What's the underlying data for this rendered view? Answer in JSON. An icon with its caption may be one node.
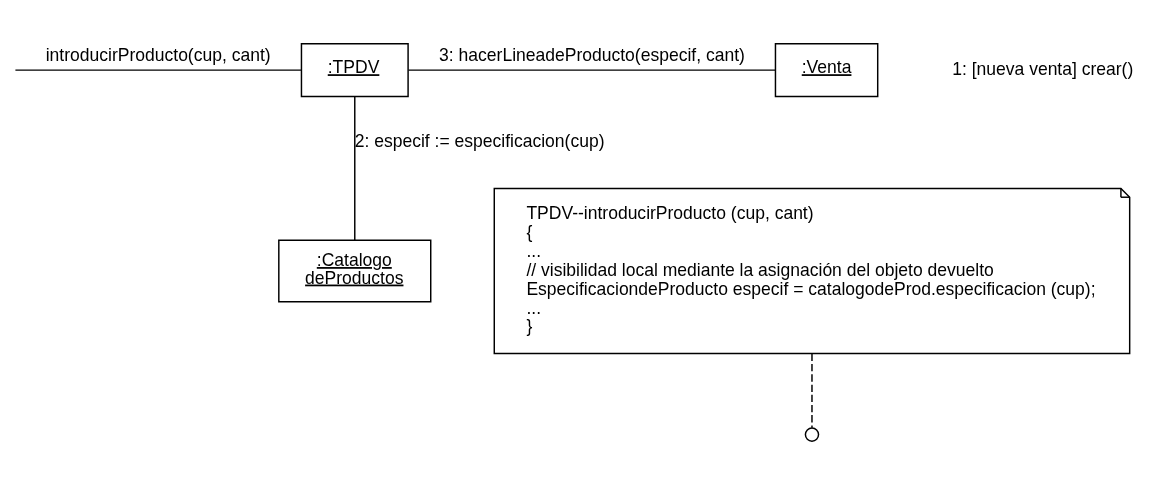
{
  "diagram": {
    "nodes": [
      {
        "text": [
          ":TPDV"
        ]
      },
      {
        "text": [
          ":Venta"
        ]
      },
      {
        "text": [
          ":Catalogo deProductos"
        ]
      },
      {
        "text": [
          "TPDV--introducirProducto (cup, cant)",
          "{",
          "...",
          "// visibilidad local mediante la asignación del objeto devuelto",
          "EspecificaciondeProducto especif = catalogodeProd.especificacion (cup);",
          "...",
          "}"
        ]
      },
      {
        "text": [],
        "shape": "circle"
      }
    ],
    "edges": [
      {
        "from": null,
        "to": 0,
        "arrow": "none",
        "label": "introducirProducto(cup, cant)"
      },
      {
        "from": 0,
        "to": 1,
        "arrow": "none",
        "label": "3: hacerLineadeProducto(especif, cant)"
      },
      {
        "from": 0,
        "to": 2,
        "arrow": "none",
        "label": "2: especif := especificacion(cup)"
      },
      {
        "from": 3,
        "to": 4,
        "arrow": "none",
        "style": "dashed"
      }
    ],
    "labels": [
      "1: [nueva venta] crear()"
    ]
  }
}
